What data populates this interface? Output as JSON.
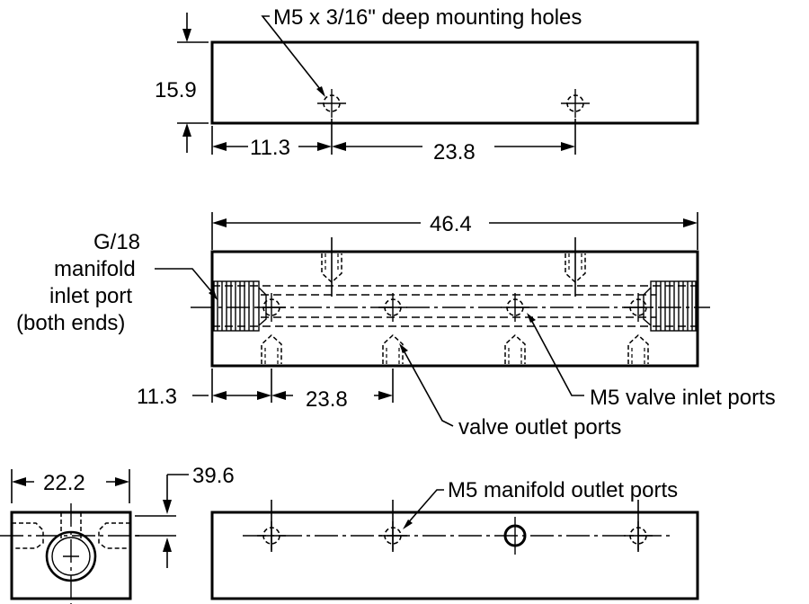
{
  "labels": {
    "mounting_holes": "M5 x 3/16\" deep mounting holes",
    "height_dim": "15.9",
    "top_hole_offset": "11.3",
    "top_hole_spacing": "23.8",
    "overall_length": "46.4",
    "inlet_line1": "G/18",
    "inlet_line2": "manifold",
    "inlet_line3": "inlet port",
    "inlet_line4": "(both ends)",
    "mid_offset": "11.3",
    "mid_spacing": "23.8",
    "valve_inlet_ports": "M5 valve inlet ports",
    "valve_outlet_ports": "valve outlet ports",
    "end_width": "22.2",
    "end_dim": "39.6",
    "manifold_outlet_ports": "M5 manifold outlet ports"
  }
}
